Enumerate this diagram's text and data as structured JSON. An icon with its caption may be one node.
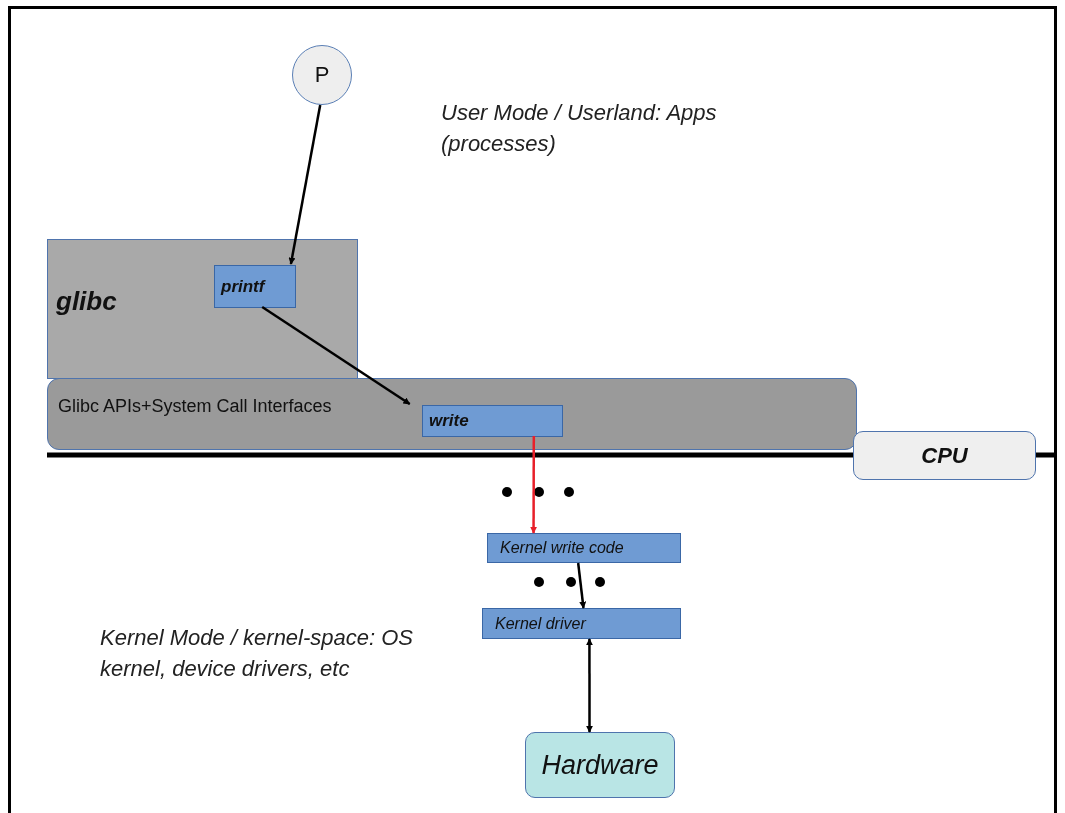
{
  "diagram": {
    "nodes": [
      {
        "text": [
          "P"
        ]
      },
      {
        "text": [
          "glibc"
        ]
      },
      {
        "text": [
          "printf"
        ],
        "in": 1
      },
      {
        "text": [
          "Glibc APIs+System Call Interfaces"
        ]
      },
      {
        "text": [
          "write"
        ],
        "in": 3
      },
      {
        "text": [
          "CPU"
        ]
      },
      {
        "text": [
          "Kernel write code"
        ]
      },
      {
        "text": [
          "Kernel driver"
        ]
      },
      {
        "text": [
          "Hardware"
        ]
      }
    ],
    "edges": [
      {
        "from": 0,
        "to": 2,
        "arrow": "to"
      },
      {
        "from": 2,
        "to": 4,
        "arrow": "to"
      },
      {
        "from": 4,
        "to": 6,
        "arrow": "to",
        "color": "#e8202a"
      },
      {
        "from": 6,
        "to": 7,
        "arrow": "to"
      },
      {
        "from": 7,
        "to": 8,
        "arrow": "both"
      }
    ],
    "labels": [
      "User Mode / Userland: Apps (processes)",
      "Kernel Mode / kernel-space: OS kernel, device drivers, etc"
    ]
  }
}
